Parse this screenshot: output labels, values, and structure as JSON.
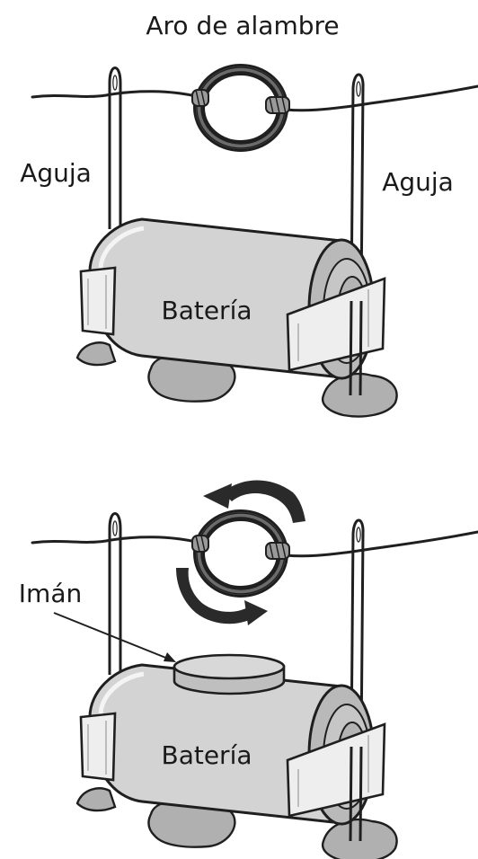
{
  "title": "Aro de alambre",
  "panel_top": {
    "needle_left_label": "Aguja",
    "needle_right_label": "Aguja",
    "battery_label": "Batería"
  },
  "panel_bottom": {
    "magnet_label": "Imán",
    "battery_label": "Batería"
  },
  "colors": {
    "battery_fill": "#d3d3d3",
    "battery_end": "#b9b9b9",
    "tape_fill": "#eeeeee",
    "rock_fill": "#b0b0b0",
    "magnet_fill": "#d8d8d8",
    "outline": "#1f1f1f"
  },
  "icons": [
    "wire-loop-icon",
    "needle-icon",
    "battery-icon",
    "tape-icon",
    "rock-icon",
    "magnet-icon",
    "rotation-arrow-icon"
  ]
}
